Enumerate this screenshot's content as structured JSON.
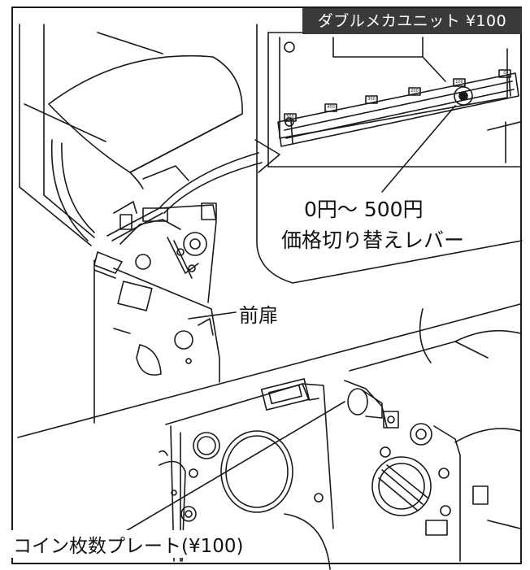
{
  "badge": {
    "text": "ダブルメカユニット ¥100"
  },
  "labels": {
    "price_range": "0円〜 500円",
    "price_lever": "価格切り替えレバー",
    "front_door": "前扉",
    "coin_plate": "コイン枚数プレート(¥100)"
  },
  "slot_marks": [
    "500",
    "400",
    "300",
    "200",
    "100",
    "0"
  ]
}
